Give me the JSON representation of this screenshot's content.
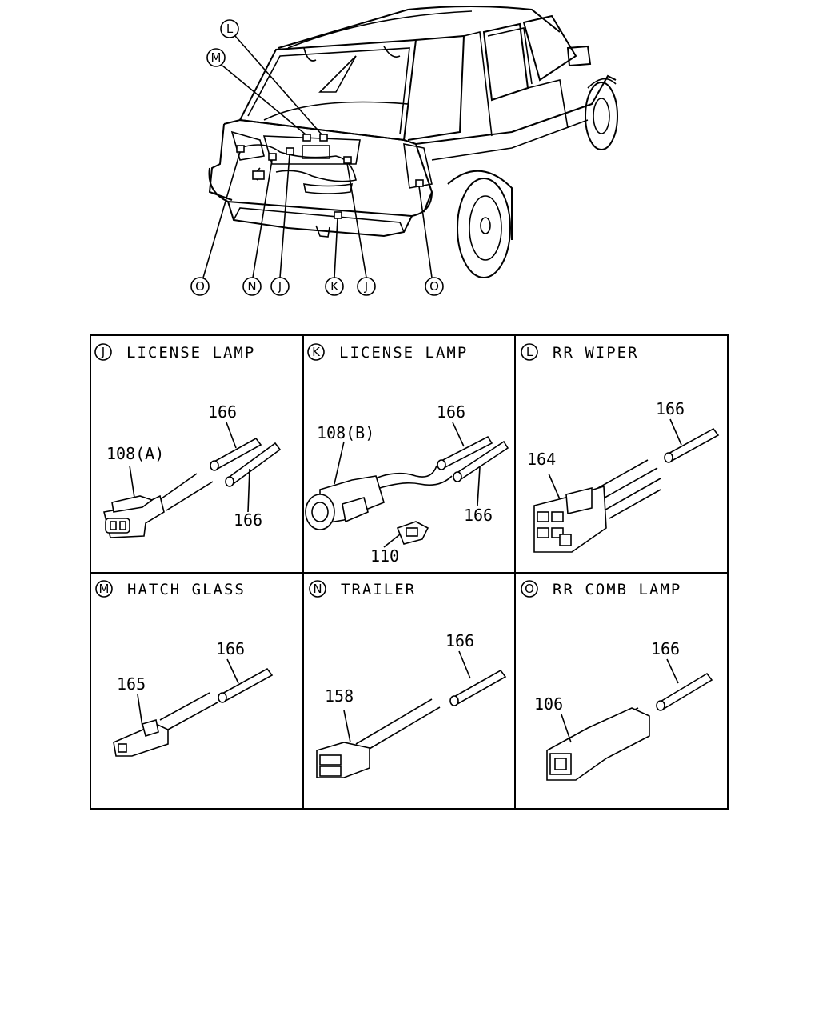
{
  "overview": {
    "callouts": [
      "L",
      "M",
      "O",
      "N",
      "J",
      "K",
      "J",
      "O"
    ]
  },
  "panels": [
    {
      "letter": "J",
      "title": "LICENSE LAMP",
      "labels": [
        "166",
        "108(A)",
        "166"
      ]
    },
    {
      "letter": "K",
      "title": "LICENSE LAMP",
      "labels": [
        "166",
        "108(B)",
        "166",
        "110"
      ]
    },
    {
      "letter": "L",
      "title": "RR WIPER",
      "labels": [
        "166",
        "164"
      ]
    },
    {
      "letter": "M",
      "title": "HATCH GLASS",
      "labels": [
        "166",
        "165"
      ]
    },
    {
      "letter": "N",
      "title": "TRAILER",
      "labels": [
        "166",
        "158"
      ]
    },
    {
      "letter": "O",
      "title": "RR COMB LAMP",
      "labels": [
        "166",
        "106"
      ]
    }
  ]
}
